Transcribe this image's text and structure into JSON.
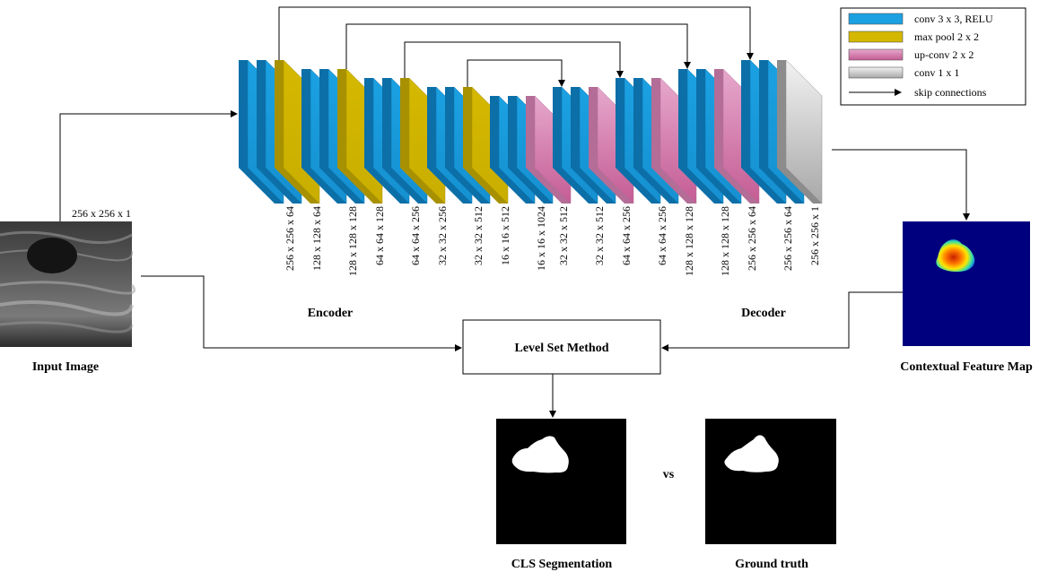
{
  "input": {
    "caption": "Input Image",
    "size_label": "256 x 256 x 1"
  },
  "encoder_label": "Encoder",
  "decoder_label": "Decoder",
  "dimension_labels": [
    "256 x 256 x 64",
    "128 x 128 x 64",
    "128 x 128 x 128",
    "64 x 64 x 128",
    "64 x 64 x 256",
    "32 x 32 x 256",
    "32 x 32 x 512",
    "16 x 16 x 512",
    "16 x 16 x 1024",
    "32 x 32 x 512",
    "32 x 32 x 512",
    "64 x 64 x 256",
    "64 x 64 x 256",
    "128 x 128 x 128",
    "128 x 128 x 128",
    "256 x 256 x 64",
    "256 x 256 x 64",
    "256 x 256 x 1"
  ],
  "legend": {
    "items": [
      {
        "label": "conv 3 x 3, RELU",
        "color": "#1BA1E2",
        "kind": "conv"
      },
      {
        "label": "max pool 2 x 2",
        "color": "#D4B800",
        "kind": "pool"
      },
      {
        "label": "up-conv 2 x 2",
        "color": "#E0A0C4",
        "kind": "upconv"
      },
      {
        "label": "conv 1 x 1",
        "color": "#C0C0C0",
        "kind": "conv1x1"
      }
    ],
    "arrow_label": "skip connections"
  },
  "level_set": {
    "label": "Level Set Method"
  },
  "feature_map": {
    "caption": "Contextual Feature Map"
  },
  "segmentation": {
    "caption": "CLS Segmentation"
  },
  "vs_label": "vs",
  "ground_truth": {
    "caption": "Ground truth"
  },
  "colors": {
    "conv": "#1BA1E2",
    "pool": "#D4B800",
    "upconv": "#E0A0C4",
    "conv1x1": "#C8C8C8",
    "heatmap_bg": "#00007F"
  }
}
